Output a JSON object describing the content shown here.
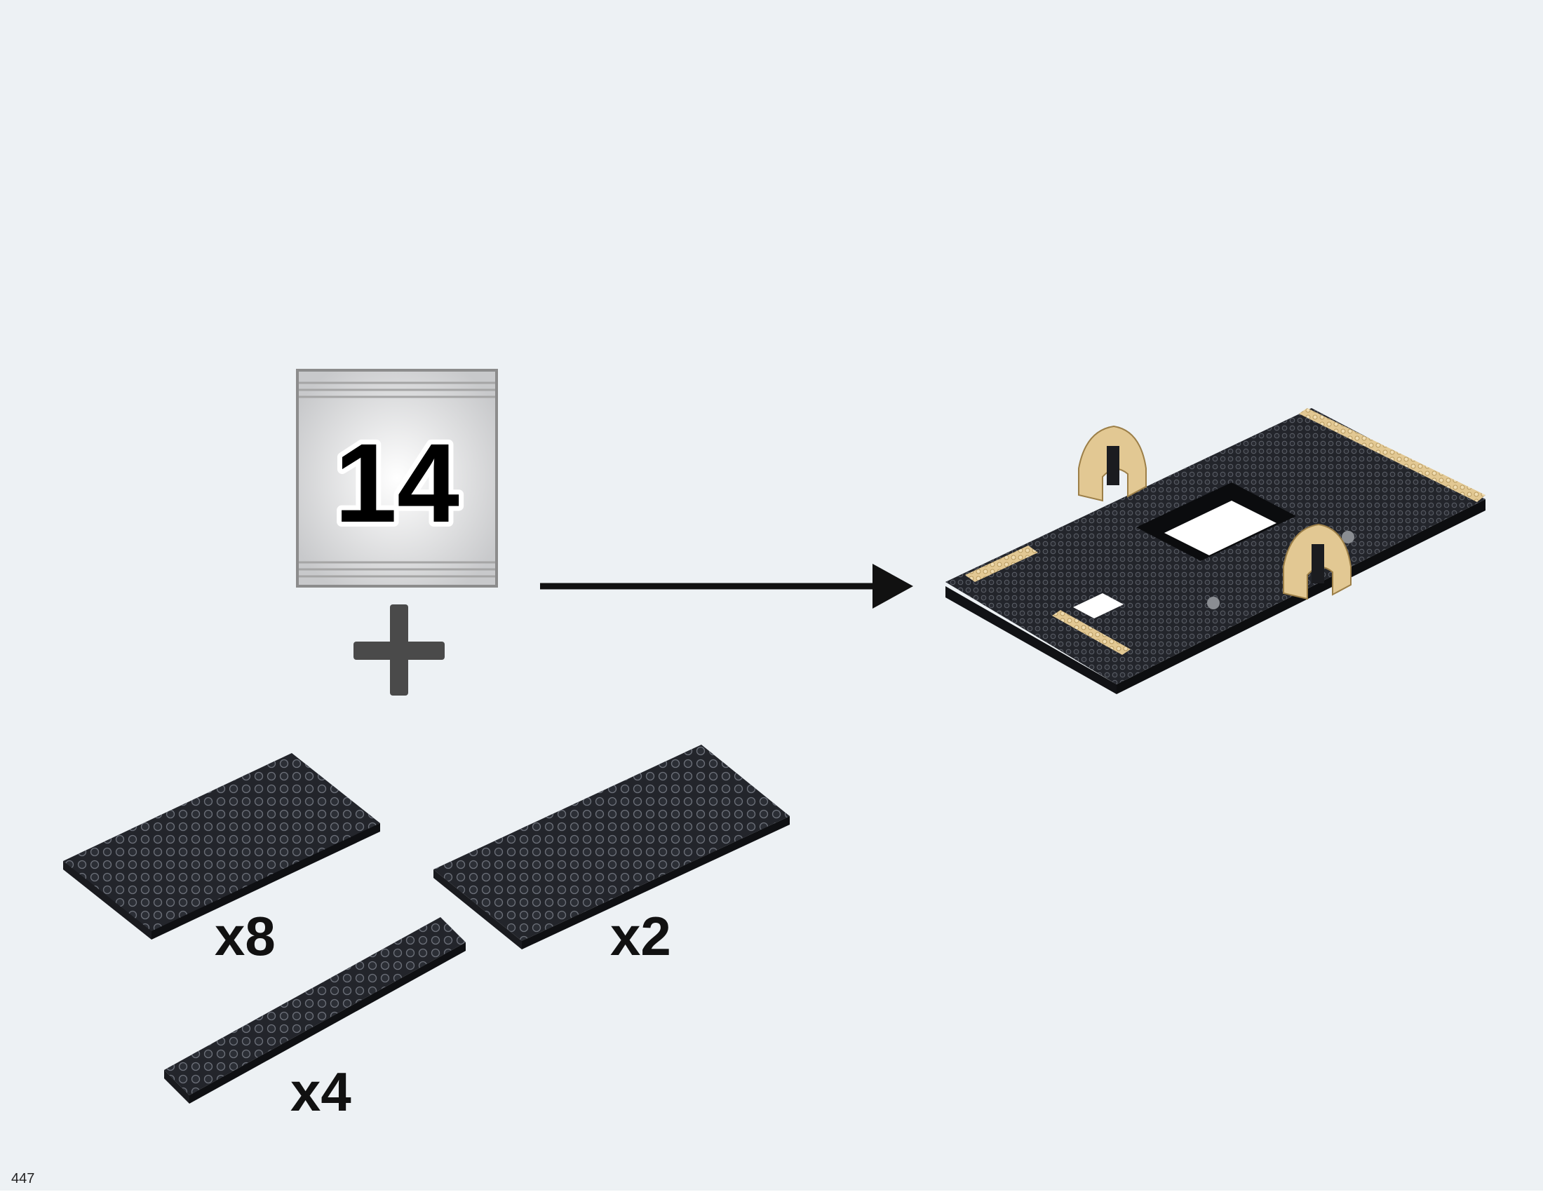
{
  "page_number": "447",
  "bag": {
    "number": "14"
  },
  "parts": [
    {
      "id": "plate-6x12",
      "quantity": "x8"
    },
    {
      "id": "plate-8x16",
      "quantity": "x2"
    },
    {
      "id": "plate-2x16",
      "quantity": "x4"
    }
  ],
  "colors": {
    "background": "#edf1f4",
    "brick_black": "#23252b",
    "stud_outline": "#6c7079",
    "tan": "#e2c893",
    "bag_gray": "#8c8c8c",
    "arrow": "#111111"
  },
  "icons": {
    "bag": "bag-icon",
    "plus": "plus-icon",
    "arrow": "arrow-right-icon"
  }
}
